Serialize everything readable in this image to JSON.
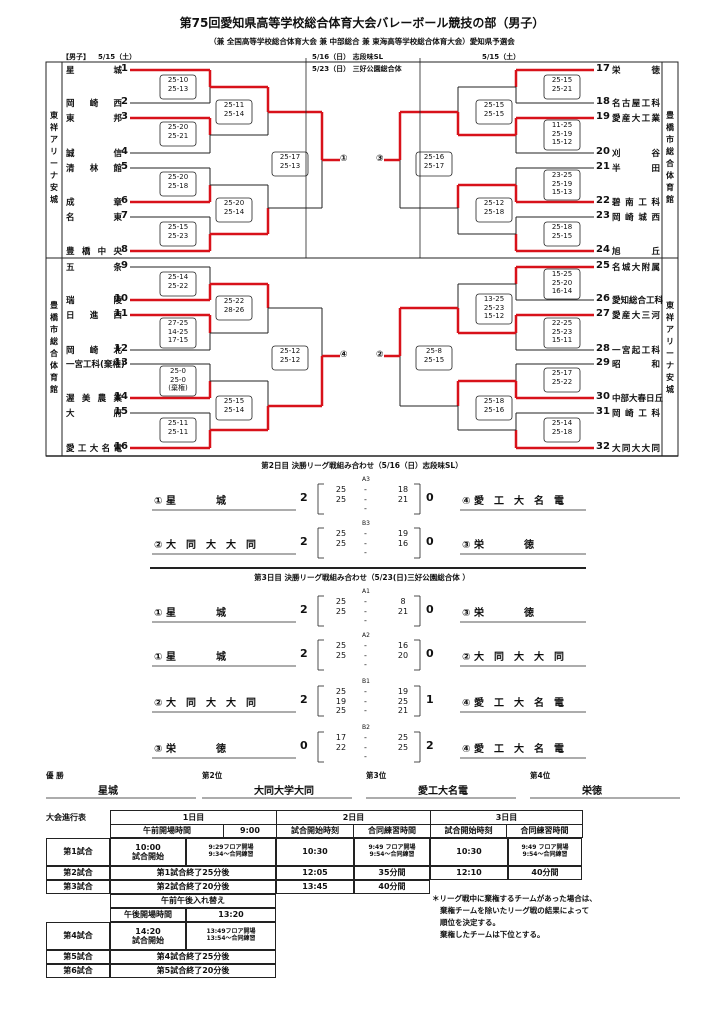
{
  "title": "第75回愛知県高等学校総合体育大会バレーボール競技の部（男子）",
  "subtitle": "（兼 全国高等学校総合体育大会 兼 中部総合 兼 東海高等学校総合体育大会）愛知県予選会",
  "dates": {
    "d1_left": "5/15（土）",
    "d2_top": "5/16（日） 志段味SL",
    "d3_top": "5/23（日） 三好公園総合体",
    "d1_right": "5/15（土）"
  },
  "gender_label": "【男子】",
  "venues": {
    "left_top": [
      "東",
      "祥",
      "ア",
      "リ",
      "ー",
      "ナ",
      "安",
      "城"
    ],
    "left_bottom": [
      "豊",
      "橋",
      "市",
      "総",
      "合",
      "体",
      "育",
      "館"
    ],
    "right_top": [
      "豊",
      "橋",
      "市",
      "総",
      "合",
      "体",
      "育",
      "館"
    ],
    "right_bottom": [
      "東",
      "祥",
      "ア",
      "リ",
      "ー",
      "ナ",
      "安",
      "城"
    ]
  },
  "left_teams": [
    {
      "name": "星城",
      "num": "1"
    },
    {
      "name": "岡崎西",
      "num": "2"
    },
    {
      "name": "東邦",
      "num": "3"
    },
    {
      "name": "誠信",
      "num": "4"
    },
    {
      "name": "清林館",
      "num": "5"
    },
    {
      "name": "成章",
      "num": "6"
    },
    {
      "name": "名東",
      "num": "7"
    },
    {
      "name": "豊橋中央",
      "num": "8"
    },
    {
      "name": "五条",
      "num": "9"
    },
    {
      "name": "瑞陵",
      "num": "10"
    },
    {
      "name": "日進西",
      "num": "11"
    },
    {
      "name": "岡崎北",
      "num": "12"
    },
    {
      "name": "一宮工科(棄権)",
      "num": "13"
    },
    {
      "name": "渥美農業",
      "num": "14"
    },
    {
      "name": "大府",
      "num": "15"
    },
    {
      "name": "愛工大名電",
      "num": "16"
    }
  ],
  "right_teams": [
    {
      "name": "栄徳",
      "num": "17"
    },
    {
      "name": "名古屋工科",
      "num": "18"
    },
    {
      "name": "愛産大工業",
      "num": "19"
    },
    {
      "name": "刈谷",
      "num": "20"
    },
    {
      "name": "半田",
      "num": "21"
    },
    {
      "name": "碧南工科",
      "num": "22"
    },
    {
      "name": "岡崎城西",
      "num": "23"
    },
    {
      "name": "旭丘",
      "num": "24"
    },
    {
      "name": "名城大附属",
      "num": "25"
    },
    {
      "name": "愛知総合工科",
      "num": "26"
    },
    {
      "name": "愛産大三河",
      "num": "27"
    },
    {
      "name": "一宮起工科",
      "num": "28"
    },
    {
      "name": "昭和",
      "num": "29"
    },
    {
      "name": "中部大春日丘",
      "num": "30"
    },
    {
      "name": "岡崎工科",
      "num": "31"
    },
    {
      "name": "大同大大同",
      "num": "32"
    }
  ],
  "block_markers": {
    "l_top": "①",
    "l_bot": "④",
    "r_top": "③",
    "r_bot": "②"
  },
  "final_league_1": {
    "title": "第2日目 決勝リーグ戦組み合わせ（5/16（日）志段味SL）",
    "matches": [
      {
        "code": "A3",
        "left": "① 星　　　　城",
        "lscore": "2",
        "sets": [
          [
            "25",
            "18"
          ],
          [
            "25",
            "21"
          ],
          [
            "",
            ""
          ]
        ],
        "rscore": "0",
        "right": "④ 愛　工　大　名　電"
      },
      {
        "code": "B3",
        "left": "② 大　同　大　大　同",
        "lscore": "2",
        "sets": [
          [
            "25",
            "19"
          ],
          [
            "25",
            "16"
          ],
          [
            "",
            ""
          ]
        ],
        "rscore": "0",
        "right": "③ 栄　　　　徳"
      }
    ]
  },
  "final_league_2": {
    "title": "第3日目 決勝リーグ戦組み合わせ（5/23(日)三好公園総合体 ）",
    "matches": [
      {
        "code": "A1",
        "left": "① 星　　　　城",
        "lscore": "2",
        "sets": [
          [
            "25",
            "8"
          ],
          [
            "25",
            "21"
          ],
          [
            "",
            ""
          ]
        ],
        "rscore": "0",
        "right": "③ 栄　　　　徳"
      },
      {
        "code": "A2",
        "left": "① 星　　　　城",
        "lscore": "2",
        "sets": [
          [
            "25",
            "16"
          ],
          [
            "25",
            "20"
          ],
          [
            "",
            ""
          ]
        ],
        "rscore": "0",
        "right": "② 大　同　大　大　同"
      },
      {
        "code": "B1",
        "left": "② 大　同　大　大　同",
        "lscore": "2",
        "sets": [
          [
            "25",
            "19"
          ],
          [
            "19",
            "25"
          ],
          [
            "25",
            "21"
          ]
        ],
        "rscore": "1",
        "right": "④ 愛　工　大　名　電"
      },
      {
        "code": "B2",
        "left": "③ 栄　　　　徳",
        "lscore": "0",
        "sets": [
          [
            "17",
            "25"
          ],
          [
            "22",
            "25"
          ],
          [
            "",
            ""
          ]
        ],
        "rscore": "2",
        "right": "④ 愛　工　大　名　電"
      }
    ]
  },
  "results": [
    {
      "label": "優 勝",
      "name": "星城"
    },
    {
      "label": "第2位",
      "name": "大同大学大同"
    },
    {
      "label": "第3位",
      "name": "愛工大名電"
    },
    {
      "label": "第4位",
      "name": "栄徳"
    }
  ],
  "schedule": {
    "title": "大会進行表",
    "day1": "1日目",
    "day2": "2日目",
    "day3": "3日目",
    "open_label": "午前開場時間",
    "open_time": "9:00",
    "start_label": "試合開始時刻",
    "practice_label": "合同練習時間",
    "match1": "第1試合",
    "match2": "第2試合",
    "match3": "第3試合",
    "match4": "第4試合",
    "match5": "第5試合",
    "match6": "第6試合",
    "m1_d1": "10:00\n試合開始",
    "m1_d1_note": "9:29フロア開場\n9:34～合同練習",
    "m1_d2": "10:30",
    "m1_d2_note": "9:49 フロア開場\n9:54～合同練習",
    "m1_d3": "10:30",
    "m1_d3_note": "9:49 フロア開場\n9:54～合同練習",
    "m2_d1": "第1試合終了25分後",
    "m2_d2": "12:05",
    "m2_d2p": "35分間",
    "m2_d3": "12:10",
    "m2_d3p": "40分間",
    "m3_d1": "第2試合終了20分後",
    "m3_d2": "13:45",
    "m3_d2p": "40分間",
    "swap": "午前午後入れ替え",
    "pm_open_label": "午後開場時間",
    "pm_open_time": "13:20",
    "m4_d1": "14:20\n試合開始",
    "m4_d1_note": "13:49フロア開場\n13:54～合同練習",
    "m5_d1": "第4試合終了25分後",
    "m6_d1": "第5試合終了20分後"
  },
  "notes": [
    "＊リーグ戦中に棄権するチームがあった場合は、",
    "棄権チームを除いたリーグ戦の結果によって",
    "順位を決定する。",
    "棄権したチームは下位とする。"
  ]
}
